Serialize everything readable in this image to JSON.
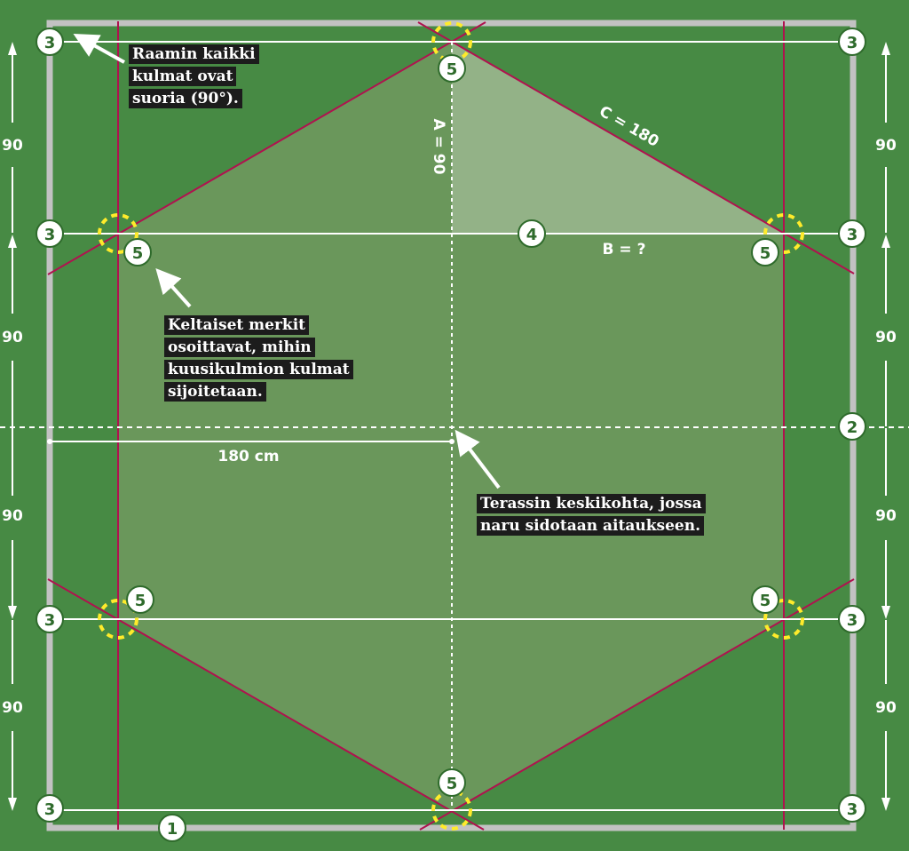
{
  "diagram": {
    "colors": {
      "background": "#478a44",
      "hexagon_fill": "#6a975b",
      "triangle_fill": "#93b287",
      "frame": "#c2c2c2",
      "string_lines": "#ffffff",
      "guide_lines": "#b0124f",
      "corner_marks": "#ffeb2b"
    },
    "badges": {
      "frame_side": "1",
      "center_line": "2",
      "corner": "3",
      "width_line": "4",
      "hex_corner": "5"
    },
    "measurements": {
      "segment_left": [
        "90",
        "90",
        "90",
        "90"
      ],
      "segment_right": [
        "90",
        "90",
        "90",
        "90"
      ],
      "a_label": "A = 90",
      "b_label": "B = ?",
      "c_label": "C = 180",
      "radius_label": "180 cm"
    },
    "notes": {
      "frame_corners": [
        "Raamin kaikki",
        "kulmat ovat",
        "suoria (90°)."
      ],
      "yellow_marks": [
        "Keltaiset merkit",
        "osoittavat, mihin",
        "kuusikulmion kulmat",
        "sijoitetaan."
      ],
      "center_point": [
        "Terassin keskikohta, jossa",
        "naru sidotaan aitaukseen."
      ]
    }
  }
}
